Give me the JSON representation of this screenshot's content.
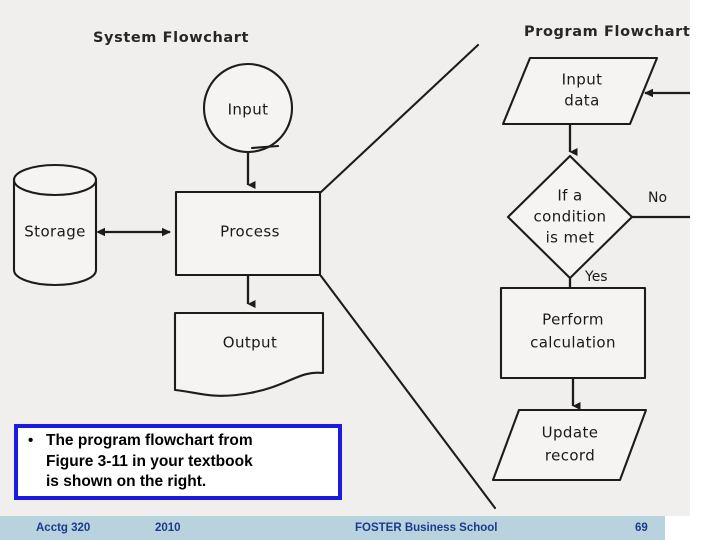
{
  "slide": {
    "background_color": "#ffffff",
    "scan_background_color": "#f1efed"
  },
  "diagram": {
    "system_flowchart": {
      "title": "System Flowchart",
      "nodes": [
        {
          "id": "input",
          "label": "Input",
          "shape": "circle"
        },
        {
          "id": "storage",
          "label": "Storage",
          "shape": "cylinder"
        },
        {
          "id": "process",
          "label": "Process",
          "shape": "rectangle"
        },
        {
          "id": "output",
          "label": "Output",
          "shape": "document"
        }
      ],
      "edges": [
        {
          "from": "input",
          "to": "process",
          "arrow": "single"
        },
        {
          "from": "storage",
          "to": "process",
          "arrow": "double"
        },
        {
          "from": "process",
          "to": "output",
          "arrow": "single"
        }
      ]
    },
    "program_flowchart": {
      "title": "Program Flowchart",
      "nodes": [
        {
          "id": "input-data",
          "label": "Input\ndata",
          "line1": "Input",
          "line2": "data",
          "shape": "parallelogram"
        },
        {
          "id": "condition",
          "label": "If a condition is met",
          "line1": "If a",
          "line2": "condition",
          "line3": "is met",
          "shape": "diamond"
        },
        {
          "id": "perform-calculation",
          "label": "Perform calculation",
          "line1": "Perform",
          "line2": "calculation",
          "shape": "rectangle"
        },
        {
          "id": "update-record",
          "label": "Update record",
          "line1": "Update",
          "line2": "record",
          "shape": "parallelogram"
        }
      ],
      "edges": [
        {
          "from": "input-data",
          "to": "condition",
          "label": ""
        },
        {
          "from": "condition",
          "to": "perform-calculation",
          "label": "Yes"
        },
        {
          "from": "condition",
          "to": "input-data",
          "label": "No"
        },
        {
          "from": "perform-calculation",
          "to": "update-record",
          "label": ""
        }
      ],
      "edge_labels": {
        "yes": "Yes",
        "no": "No"
      }
    }
  },
  "callout": {
    "bullet_glyph": "•",
    "text": "The program flowchart from\nFigure 3-11 in your textbook\nis shown on the right.",
    "border_color": "#1a1ae0"
  },
  "footer": {
    "course": "Acctg 320",
    "year": "2010",
    "school": "FOSTER Business School",
    "page": "69",
    "band_color": "#b9d3de",
    "text_color": "#1b3a8c"
  }
}
